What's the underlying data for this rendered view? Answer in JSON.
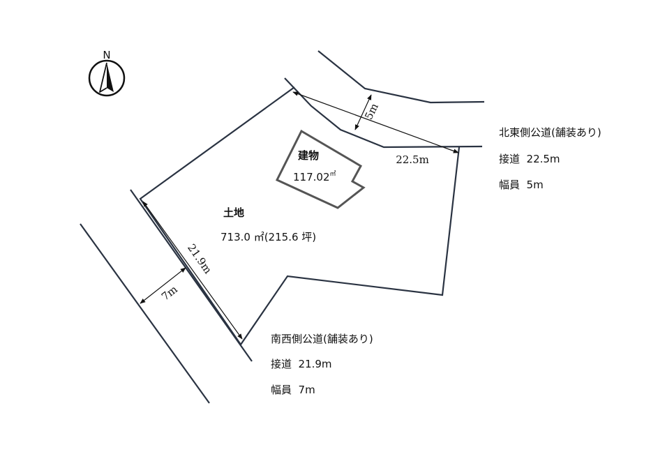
{
  "compass": {
    "label": "N"
  },
  "building": {
    "name": "建物",
    "area": "117.02",
    "unit": "㎡"
  },
  "land": {
    "name": "土地",
    "area": "713.0 ㎡(215.6 坪)"
  },
  "dimensions": {
    "ne_frontage": "22.5m",
    "ne_width": "5m",
    "sw_frontage": "21.9m",
    "sw_width": "7m"
  },
  "roads": {
    "northeast": {
      "title": "北東側公道(舗装あり)",
      "frontage": "接道  22.5m",
      "width": "幅員  5m"
    },
    "southwest": {
      "title": "南西側公道(舗装あり)",
      "frontage": "接道  21.9m",
      "width": "幅員  7m"
    }
  }
}
